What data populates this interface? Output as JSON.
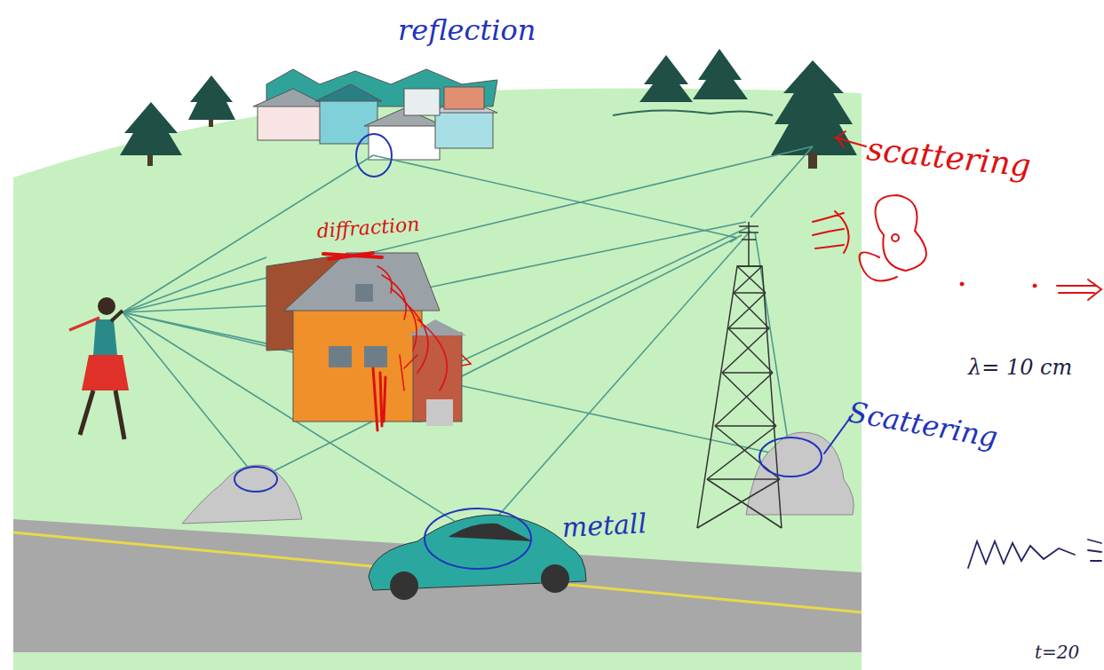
{
  "diagram": {
    "labels": [
      "reflection",
      "diffraction",
      "scattering",
      "Scattering",
      "metall",
      "λ= 10 cm",
      "t=20"
    ]
  }
}
